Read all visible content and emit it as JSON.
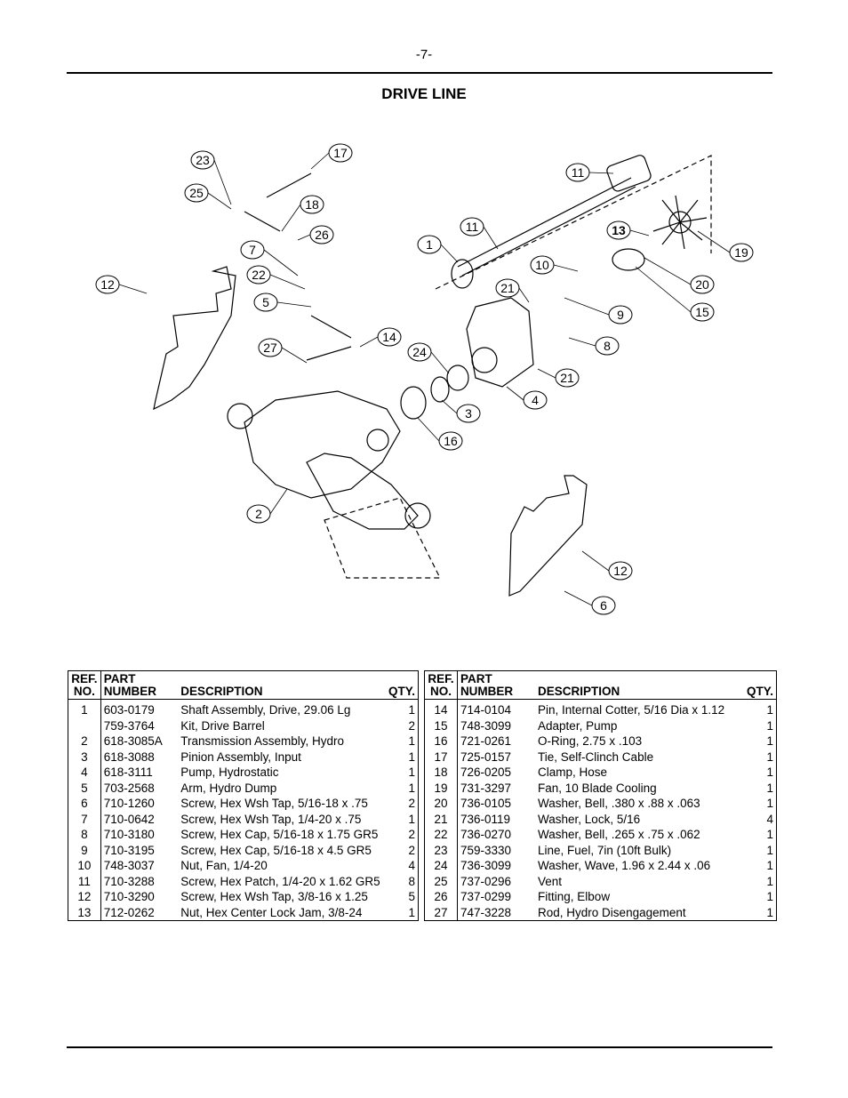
{
  "page": {
    "number": "-7-",
    "title": "DRIVE LINE"
  },
  "diagram": {
    "callouts": [
      "23",
      "17",
      "25",
      "18",
      "26",
      "7",
      "22",
      "5",
      "27",
      "14",
      "12",
      "1",
      "11",
      "11",
      "13",
      "10",
      "19",
      "20",
      "15",
      "21",
      "9",
      "8",
      "24",
      "21",
      "4",
      "3",
      "16",
      "2",
      "12",
      "6"
    ]
  },
  "table": {
    "headers": {
      "ref_line1": "REF.",
      "ref_line2": "NO.",
      "part_line1": "PART",
      "part_line2": "NUMBER",
      "description": "DESCRIPTION",
      "qty": "QTY."
    },
    "left_rows": [
      {
        "ref": "1",
        "part": "603-0179",
        "desc": "Shaft Assembly, Drive, 29.06 Lg",
        "qty": "1"
      },
      {
        "ref": "",
        "part": "759-3764",
        "desc": "Kit, Drive Barrel",
        "qty": "2"
      },
      {
        "ref": "2",
        "part": "618-3085A",
        "desc": "Transmission Assembly, Hydro",
        "qty": "1"
      },
      {
        "ref": "3",
        "part": "618-3088",
        "desc": "Pinion Assembly, Input",
        "qty": "1"
      },
      {
        "ref": "4",
        "part": "618-3111",
        "desc": "Pump, Hydrostatic",
        "qty": "1"
      },
      {
        "ref": "5",
        "part": "703-2568",
        "desc": "Arm, Hydro Dump",
        "qty": "1"
      },
      {
        "ref": "6",
        "part": "710-1260",
        "desc": "Screw, Hex Wsh Tap, 5/16-18 x .75",
        "qty": "2"
      },
      {
        "ref": "7",
        "part": "710-0642",
        "desc": "Screw, Hex Wsh Tap, 1/4-20 x .75",
        "qty": "1"
      },
      {
        "ref": "8",
        "part": "710-3180",
        "desc": "Screw, Hex Cap, 5/16-18 x 1.75 GR5",
        "qty": "2"
      },
      {
        "ref": "9",
        "part": "710-3195",
        "desc": "Screw, Hex Cap, 5/16-18 x 4.5 GR5",
        "qty": "2"
      },
      {
        "ref": "10",
        "part": "748-3037",
        "desc": "Nut, Fan, 1/4-20",
        "qty": "4"
      },
      {
        "ref": "11",
        "part": "710-3288",
        "desc": "Screw, Hex Patch, 1/4-20 x 1.62 GR5",
        "qty": "8"
      },
      {
        "ref": "12",
        "part": "710-3290",
        "desc": "Screw, Hex Wsh Tap, 3/8-16 x 1.25",
        "qty": "5"
      },
      {
        "ref": "13",
        "part": "712-0262",
        "desc": "Nut, Hex Center Lock Jam, 3/8-24",
        "qty": "1"
      }
    ],
    "right_rows": [
      {
        "ref": "14",
        "part": "714-0104",
        "desc": "Pin, Internal Cotter, 5/16 Dia x 1.12",
        "qty": "1"
      },
      {
        "ref": "15",
        "part": "748-3099",
        "desc": "Adapter, Pump",
        "qty": "1"
      },
      {
        "ref": "16",
        "part": "721-0261",
        "desc": "O-Ring, 2.75 x .103",
        "qty": "1"
      },
      {
        "ref": "17",
        "part": "725-0157",
        "desc": "Tie, Self-Clinch Cable",
        "qty": "1"
      },
      {
        "ref": "18",
        "part": "726-0205",
        "desc": "Clamp, Hose",
        "qty": "1"
      },
      {
        "ref": "19",
        "part": "731-3297",
        "desc": "Fan, 10 Blade Cooling",
        "qty": "1"
      },
      {
        "ref": "20",
        "part": "736-0105",
        "desc": "Washer, Bell, .380 x .88 x .063",
        "qty": "1"
      },
      {
        "ref": "21",
        "part": "736-0119",
        "desc": "Washer, Lock, 5/16",
        "qty": "4"
      },
      {
        "ref": "22",
        "part": "736-0270",
        "desc": "Washer, Bell, .265 x .75 x .062",
        "qty": "1"
      },
      {
        "ref": "23",
        "part": "759-3330",
        "desc": "Line, Fuel, 7in (10ft Bulk)",
        "qty": "1"
      },
      {
        "ref": "24",
        "part": "736-3099",
        "desc": "Washer, Wave, 1.96 x 2.44 x .06",
        "qty": "1"
      },
      {
        "ref": "25",
        "part": "737-0296",
        "desc": "Vent",
        "qty": "1"
      },
      {
        "ref": "26",
        "part": "737-0299",
        "desc": "Fitting, Elbow",
        "qty": "1"
      },
      {
        "ref": "27",
        "part": "747-3228",
        "desc": "Rod, Hydro Disengagement",
        "qty": "1"
      }
    ]
  }
}
